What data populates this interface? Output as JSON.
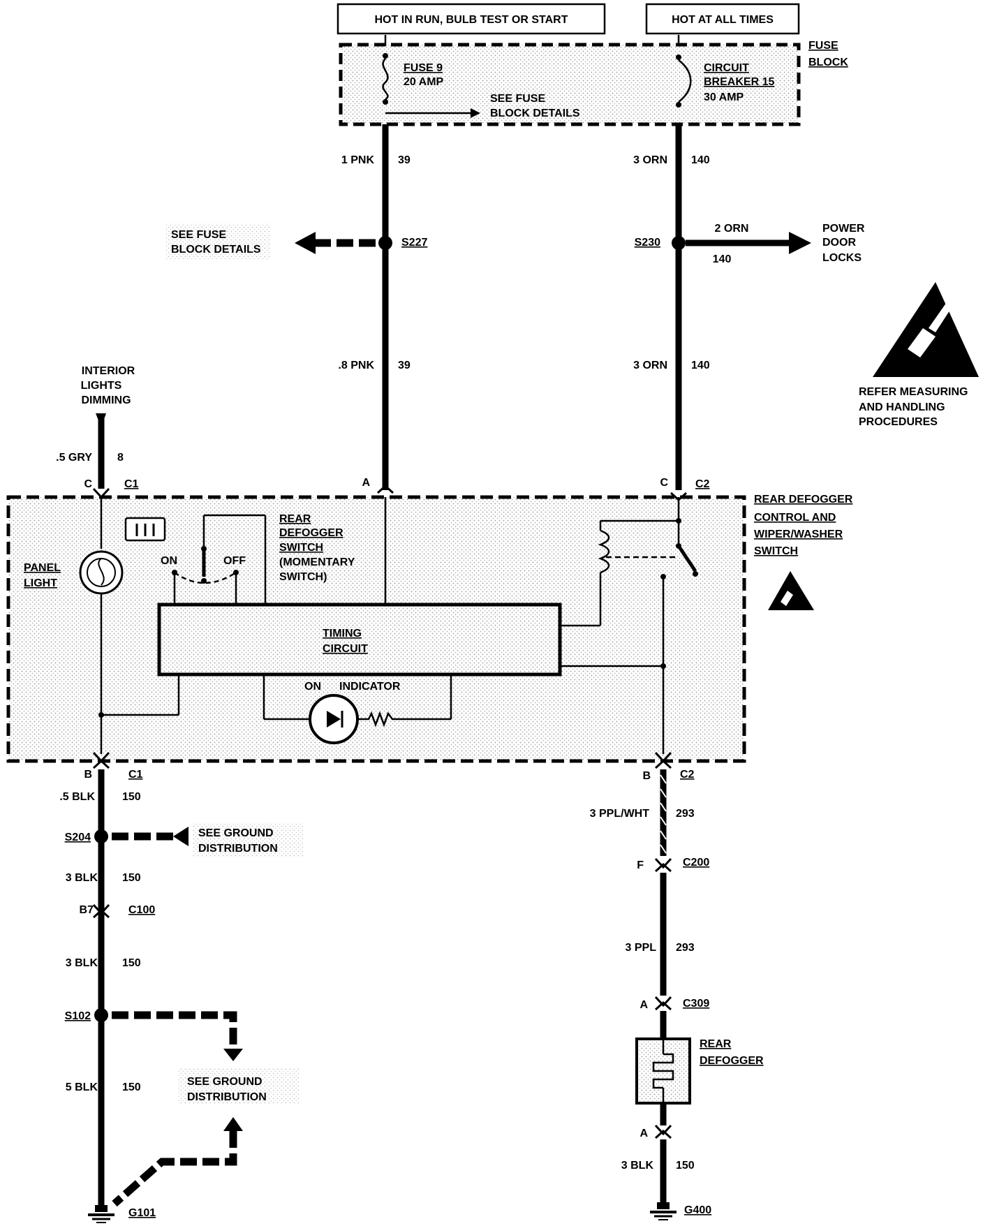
{
  "power": {
    "hot_run": "HOT IN RUN, BULB TEST OR START",
    "hot_all": "HOT AT ALL TIMES"
  },
  "fuse_block": {
    "label_line1": "FUSE",
    "label_line2": "BLOCK",
    "fuse_name": "FUSE 9",
    "fuse_rating": "20 AMP",
    "breaker_line1": "CIRCUIT",
    "breaker_line2": "BREAKER 15",
    "breaker_rating": "30 AMP",
    "see_details_1": "SEE FUSE",
    "see_details_2": "BLOCK DETAILS"
  },
  "wires": {
    "w_1pnk": "1 PNK",
    "c_1pnk": "39",
    "w_3orn_a": "3 ORN",
    "c_3orn_a": "140",
    "w_08pnk": ".8 PNK",
    "c_08pnk": "39",
    "w_3orn_b": "3 ORN",
    "c_3orn_b": "140",
    "w_2orn": "2 ORN",
    "c_2orn": "140",
    "w_5gry": ".5 GRY",
    "c_5gry": "8",
    "w_5blk": ".5 BLK",
    "c_5blk": "150",
    "w_3blk_a": "3 BLK",
    "c_3blk_a": "150",
    "w_3blk_b": "3 BLK",
    "c_3blk_b": "150",
    "w_5blk_big": "5 BLK",
    "c_5blk_big": "150",
    "w_3pplwht": "3 PPL/WHT",
    "c_3pplwht": "293",
    "w_3ppl": "3 PPL",
    "c_3ppl": "293",
    "w_3blk_r": "3 BLK",
    "c_3blk_r": "150"
  },
  "splices": {
    "s227": "S227",
    "s230": "S230",
    "s204": "S204",
    "s102": "S102"
  },
  "refs": {
    "see_fuse_1": "SEE FUSE",
    "see_fuse_2": "BLOCK DETAILS",
    "power_door_1": "POWER",
    "power_door_2": "DOOR",
    "power_door_3": "LOCKS",
    "ground_dist_a1": "SEE GROUND",
    "ground_dist_a2": "DISTRIBUTION",
    "ground_dist_b1": "SEE GROUND",
    "ground_dist_b2": "DISTRIBUTION",
    "interior_1": "INTERIOR",
    "interior_2": "LIGHTS",
    "interior_3": "DIMMING",
    "esd_1": "REFER MEASURING",
    "esd_2": "AND HANDLING",
    "esd_3": "PROCEDURES"
  },
  "connectors": {
    "c_pin": "C",
    "c1_top": "C1",
    "a_pin": "A",
    "c_pin2": "C",
    "c2_top": "C2",
    "b_pin": "B",
    "c1_bot": "C1",
    "b_pin2": "B",
    "c2_bot": "C2",
    "b7": "B7",
    "c100": "C100",
    "f_pin": "F",
    "c200": "C200",
    "a_pin2": "A",
    "c309": "C309",
    "a_pin3": "A",
    "g101": "G101",
    "g400": "G400"
  },
  "module": {
    "title_1": "REAR DEFOGGER",
    "title_2": "CONTROL AND",
    "title_3": "WIPER/WASHER",
    "title_4": "SWITCH",
    "panel_1": "PANEL",
    "panel_2": "LIGHT",
    "switch_1": "REAR",
    "switch_2": "DEFOGGER",
    "switch_3": "SWITCH",
    "switch_4": "(MOMENTARY",
    "switch_5": "SWITCH)",
    "on": "ON",
    "off": "OFF",
    "timing_1": "TIMING",
    "timing_2": "CIRCUIT",
    "ind_on": "ON",
    "ind_label": "INDICATOR"
  },
  "rear_defogger": {
    "line1": "REAR",
    "line2": "DEFOGGER"
  }
}
